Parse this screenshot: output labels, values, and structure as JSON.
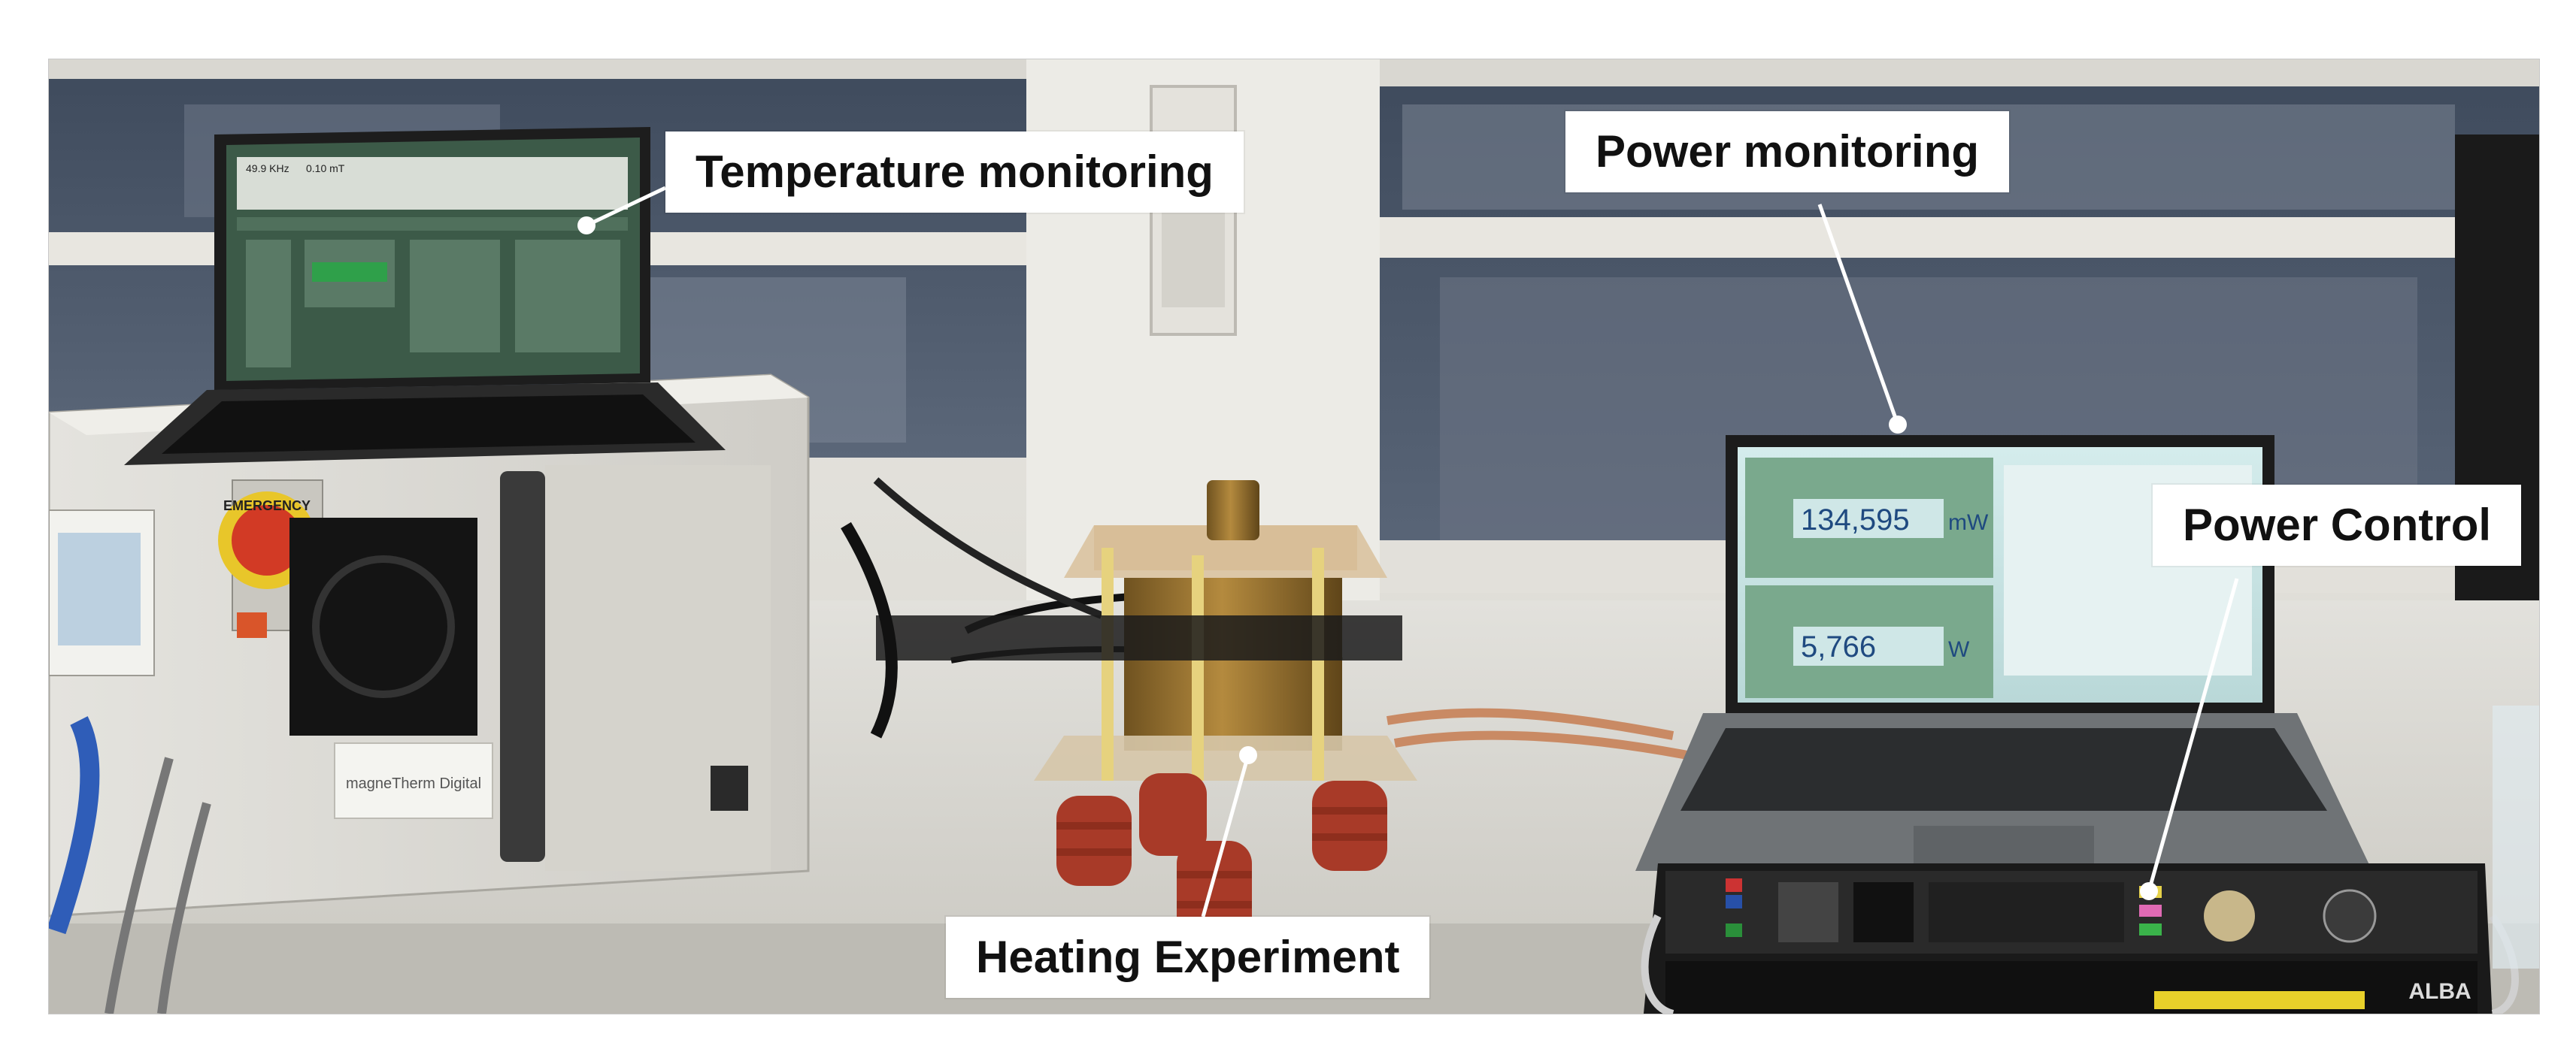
{
  "callouts": {
    "temperature_monitoring": "Temperature monitoring",
    "power_monitoring": "Power monitoring",
    "power_control": "Power Control",
    "heating_experiment": "Heating Experiment"
  },
  "screens": {
    "laptop_left_freq": "49.9 KHz",
    "laptop_left_field": "0.10 mT",
    "laptop_right_power_mw": "134,595",
    "laptop_right_unit_mw": "mW",
    "laptop_right_power_w": "5,766",
    "laptop_right_unit_w": "W"
  },
  "device": {
    "brand_left": "magneTherm Digital",
    "brand_right": "ALBA",
    "emergency_label": "EMERGENCY"
  },
  "colors": {
    "background": "#ffffff",
    "callout_bg": "#ffffff",
    "callout_text": "#111111",
    "leader_line": "#ffffff",
    "laptop_screen_green": "#3c5a48",
    "laptop_screen_teal": "#c6e3e2",
    "insulator_red": "#a83a28",
    "brass": "#a27b38"
  }
}
